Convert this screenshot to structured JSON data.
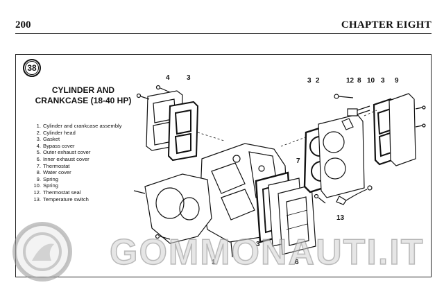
{
  "header": {
    "page_number": "200",
    "chapter": "CHAPTER EIGHT"
  },
  "figure": {
    "number": "38",
    "title_line1": "CYLINDER AND",
    "title_line2": "CRANKCASE (18-40 HP)",
    "legend": [
      {
        "num": "1.",
        "text": "Cylinder and crankcase assembly"
      },
      {
        "num": "2.",
        "text": "Cylinder head"
      },
      {
        "num": "3.",
        "text": "Gasket"
      },
      {
        "num": "4.",
        "text": "Bypass cover"
      },
      {
        "num": "5.",
        "text": "Outer exhaust cover"
      },
      {
        "num": "6.",
        "text": "Inner exhaust cover"
      },
      {
        "num": "7.",
        "text": "Thermostat"
      },
      {
        "num": "8.",
        "text": "Water cover"
      },
      {
        "num": "9.",
        "text": "Spring"
      },
      {
        "num": "10.",
        "text": "Spring"
      },
      {
        "num": "12.",
        "text": "Thermostat seal"
      },
      {
        "num": "13.",
        "text": "Temperature switch"
      }
    ],
    "callouts": {
      "c4": "4",
      "c3a": "3",
      "c3b": "3",
      "c2": "2",
      "c12": "12",
      "c8": "8",
      "c10": "10",
      "c3c": "3",
      "c9": "9",
      "c7": "7",
      "c13": "13",
      "c1": "1",
      "c3d": "3",
      "c6": "6"
    }
  },
  "watermark": {
    "text": "GOMMONAUTI.IT"
  }
}
